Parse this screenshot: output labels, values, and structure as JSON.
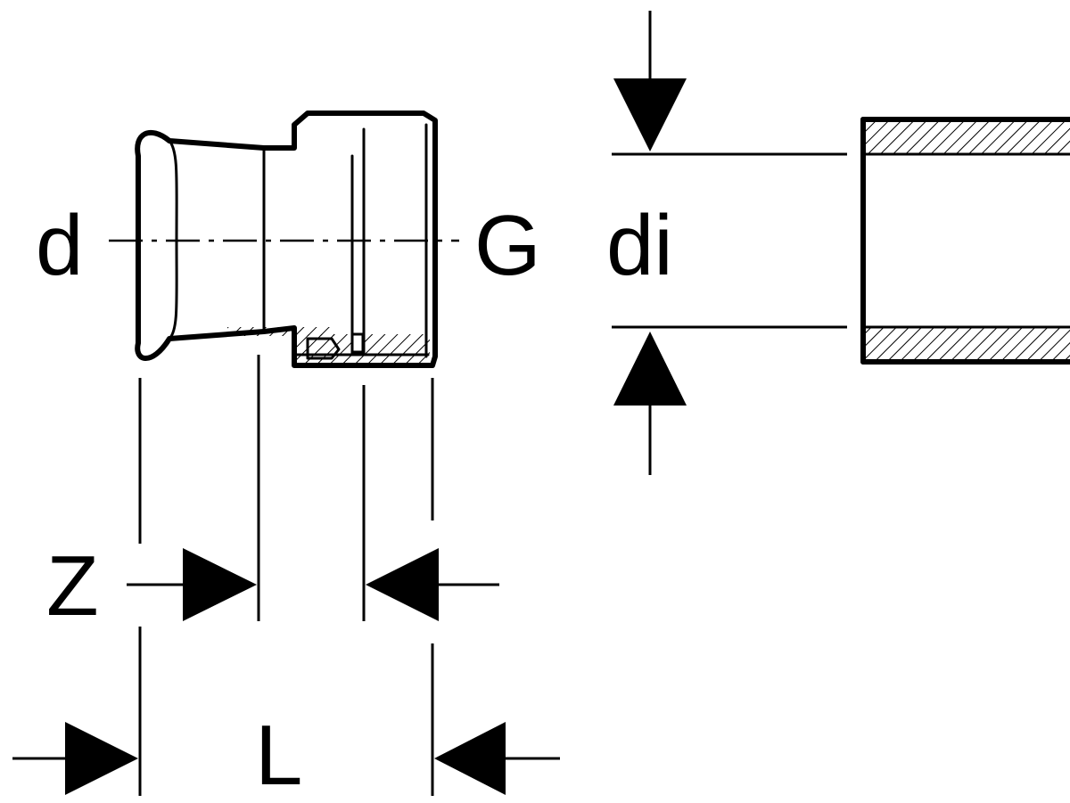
{
  "labels": {
    "d": "d",
    "G": "G",
    "di": "di",
    "Z": "Z",
    "L": "L"
  },
  "colors": {
    "stroke": "#000000",
    "background": "#ffffff"
  }
}
